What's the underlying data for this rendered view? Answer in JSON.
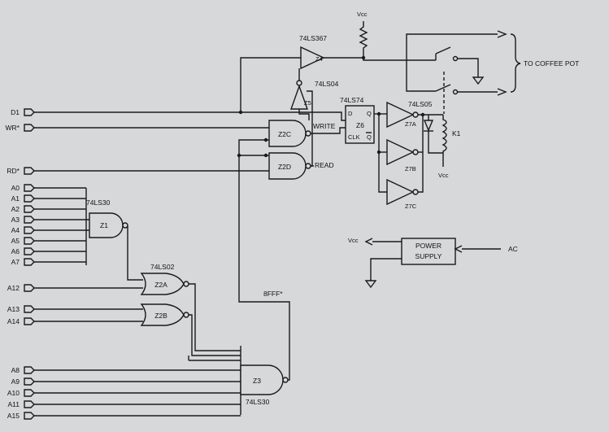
{
  "schematic": {
    "signals": {
      "inputs_top": [
        "D1",
        "WR*"
      ],
      "rd": "RD*",
      "address_low": [
        "A0",
        "A1",
        "A2",
        "A3",
        "A4",
        "A5",
        "A6",
        "A7"
      ],
      "a12": "A12",
      "a13_14": [
        "A13",
        "A14"
      ],
      "address_high": [
        "A8",
        "A9",
        "A10",
        "A11",
        "A15"
      ]
    },
    "parts": {
      "z1": {
        "ref": "Z1",
        "type": "74LS30"
      },
      "z2a": {
        "ref": "Z2A",
        "type": "74LS02"
      },
      "z2b": {
        "ref": "Z2B"
      },
      "z2c": {
        "ref": "Z2C"
      },
      "z2d": {
        "ref": "Z2D"
      },
      "z3": {
        "ref": "Z3",
        "type": "74LS30"
      },
      "z4": {
        "ref": "Z4",
        "type": "74LS367"
      },
      "z5": {
        "ref": "Z5",
        "type": "74LS04"
      },
      "z6": {
        "ref": "Z6",
        "type": "74LS74",
        "pins": [
          "D",
          "Q",
          "CLK",
          "Q"
        ]
      },
      "z7a": {
        "ref": "Z7A",
        "type": "74LS05"
      },
      "z7b": {
        "ref": "Z7B"
      },
      "z7c": {
        "ref": "Z7C"
      },
      "k1": {
        "ref": "K1"
      }
    },
    "nets": {
      "write": "WRITE",
      "read": "READ",
      "decode": "8FFF*"
    },
    "power": {
      "vcc": "Vcc",
      "vcc_left": "Vcc",
      "vcc_k1": "Vcc"
    },
    "power_supply": {
      "line1": "POWER",
      "line2": "SUPPLY",
      "input": "AC"
    },
    "output": {
      "label": "TO COFFEE POT"
    }
  }
}
